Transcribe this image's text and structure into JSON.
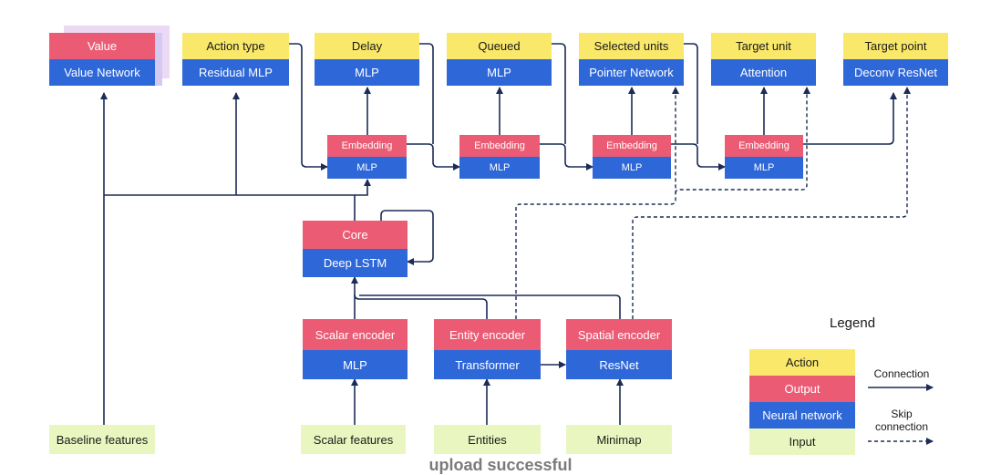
{
  "boxes": {
    "value": {
      "top": "Value",
      "bottom": "Value Network"
    },
    "action_type": {
      "top": "Action type",
      "bottom": "Residual MLP"
    },
    "delay": {
      "top": "Delay",
      "bottom": "MLP"
    },
    "queued": {
      "top": "Queued",
      "bottom": "MLP"
    },
    "selected_units": {
      "top": "Selected units",
      "bottom": "Pointer Network"
    },
    "target_unit": {
      "top": "Target unit",
      "bottom": "Attention"
    },
    "target_point": {
      "top": "Target point",
      "bottom": "Deconv ResNet"
    },
    "embed1": {
      "top": "Embedding",
      "bottom": "MLP"
    },
    "embed2": {
      "top": "Embedding",
      "bottom": "MLP"
    },
    "embed3": {
      "top": "Embedding",
      "bottom": "MLP"
    },
    "embed4": {
      "top": "Embedding",
      "bottom": "MLP"
    },
    "core": {
      "top": "Core",
      "bottom": "Deep LSTM"
    },
    "scalar_encoder": {
      "top": "Scalar encoder",
      "bottom": "MLP"
    },
    "entity_encoder": {
      "top": "Entity encoder",
      "bottom": "Transformer"
    },
    "spatial_encoder": {
      "top": "Spatial encoder",
      "bottom": "ResNet"
    }
  },
  "inputs": {
    "baseline": "Baseline features",
    "scalar": "Scalar features",
    "entities": "Entities",
    "minimap": "Minimap"
  },
  "legend": {
    "title": "Legend",
    "action": "Action",
    "output": "Output",
    "neural_network": "Neural network",
    "input": "Input",
    "connection": "Connection",
    "skip_connection": "Skip connection"
  },
  "colors": {
    "action": "#f9e86a",
    "output": "#ec5b74",
    "neural_network": "#2e67d8",
    "input": "#eaf6c0",
    "line": "#1c2b57"
  },
  "footer": "upload successful"
}
